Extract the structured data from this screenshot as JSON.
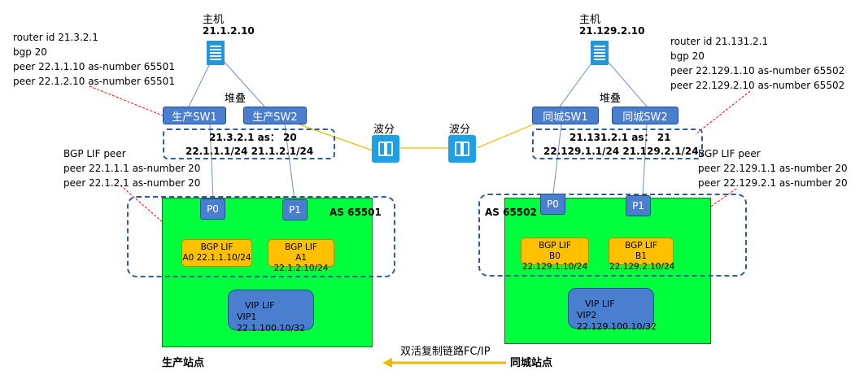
{
  "left": {
    "host_label": "主机",
    "host_ip": "21.1.2.10",
    "bgp_config": [
      "router id 21.3.2.1",
      "bgp 20",
      "peer 22.1.1.10 as-number 65501",
      "peer 22.1.2.10 as-number 65501"
    ],
    "stack_label": "堆叠",
    "sw1": "生产SW1",
    "sw2": "生产SW2",
    "stack_as": "21.3.2.1 as： 20",
    "stack_ips": "22.1.1.1/24  21.1.2.1/24",
    "lif_peer": [
      "BGP LIF peer",
      "peer 22.1.1.1 as-number 20",
      "peer 22.1.2.1 as-number 20"
    ],
    "p0": "P0",
    "p1": "P1",
    "as_label": "AS 65501",
    "lif_a0": [
      "BGP LIF",
      "A0  22.1.1.10/24"
    ],
    "lif_a1": [
      "BGP LIF",
      "A1  22.1.2.10/24"
    ],
    "vip": [
      "VIP LIF",
      "VIP1  22.1.100.10/32"
    ],
    "site_label": "生产站点",
    "wave_label": "波分"
  },
  "right": {
    "host_label": "主机",
    "host_ip": "21.129.2.10",
    "bgp_config": [
      "router id 21.131.2.1",
      "bgp 20",
      "peer 22.129.1.10 as-number 65502",
      "peer 22.129.2.10 as-number 65502"
    ],
    "stack_label": "堆叠",
    "sw1": "同城SW1",
    "sw2": "同城SW2",
    "stack_as": "21.131.2.1 as： 21",
    "stack_ips": "22.129.1.1/24  21.129.2.1/24",
    "lif_peer": [
      "BGP LIF peer",
      "peer 22.129.1.1 as-number 20",
      "peer 22.129.2.1 as-number 20"
    ],
    "p0": "P0",
    "p1": "P1",
    "as_label": "AS 65502",
    "lif_b0": [
      "BGP LIF",
      "B0  22.129.1.10/24"
    ],
    "lif_b1": [
      "BGP LIF",
      "B1  22.129.2.10/24"
    ],
    "vip": [
      "VIP LIF",
      "VIP2  22.129.100.10/32"
    ],
    "site_label": "同城站点",
    "wave_label": "波分"
  },
  "replication_link": "双活复制链路FC/IP",
  "colors": {
    "site_fill": "#00ff3c",
    "switch": "#4a7fd0",
    "lif": "#ffc000",
    "dwdm": "#1ea0e6",
    "link_orange": "#f5b800",
    "annotation_red": "#ff0000"
  },
  "icons": {
    "host": "server-icon",
    "wave": "dwdm-icon"
  }
}
